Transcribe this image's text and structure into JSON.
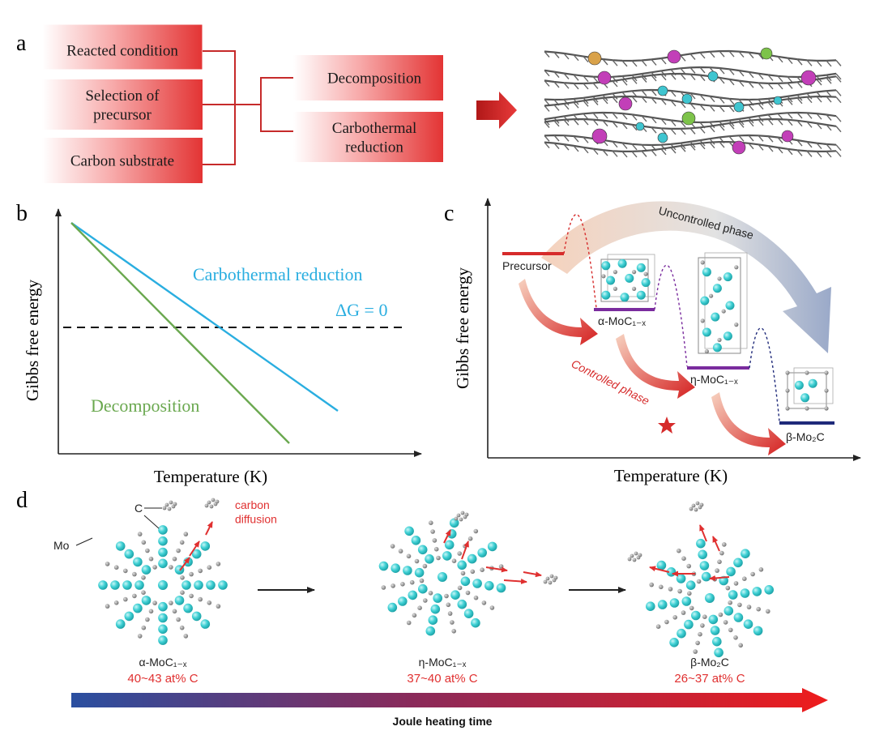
{
  "panels": {
    "a": {
      "letter": "a",
      "factors": [
        "Reacted condition",
        "Selection of\nprecursor",
        "Carbon substrate"
      ],
      "pathways": [
        "Decomposition",
        "Carbothermal\nreduction"
      ]
    },
    "b": {
      "letter": "b",
      "xlabel": "Temperature (K)",
      "ylabel": "Gibbs free energy",
      "carbothermal_label": "Carbothermal reduction",
      "dg_label": "ΔG = 0",
      "decomposition_label": "Decomposition"
    },
    "c": {
      "letter": "c",
      "xlabel": "Temperature (K)",
      "ylabel": "Gibbs free energy",
      "uncontrolled": "Uncontrolled phase",
      "controlled": "Controlled phase",
      "precursor": "Precursor",
      "alpha": "α-MoC₁₋ₓ",
      "eta": "η-MoC₁₋ₓ",
      "beta": "β-Mo₂C",
      "colors": {
        "precursor": "#d62b2b",
        "alpha": "#7a2c9e",
        "eta": "#7a2c9e",
        "beta": "#1f2a7a"
      }
    },
    "d": {
      "letter": "d",
      "c_label": "C",
      "mo_label": "Mo",
      "diffusion": "carbon\ndiffusion",
      "phases": [
        {
          "name": "α-MoC₁₋ₓ",
          "comp": "40~43 at% C"
        },
        {
          "name": "η-MoC₁₋ₓ",
          "comp": "37~40 at% C"
        },
        {
          "name": "β-Mo₂C",
          "comp": "26~37 at% C"
        }
      ],
      "axis_label": "Joule heating time",
      "colors": {
        "mo": "#3fd0d4",
        "c": "#9a9a9a",
        "arrow": "#e03030"
      }
    }
  }
}
